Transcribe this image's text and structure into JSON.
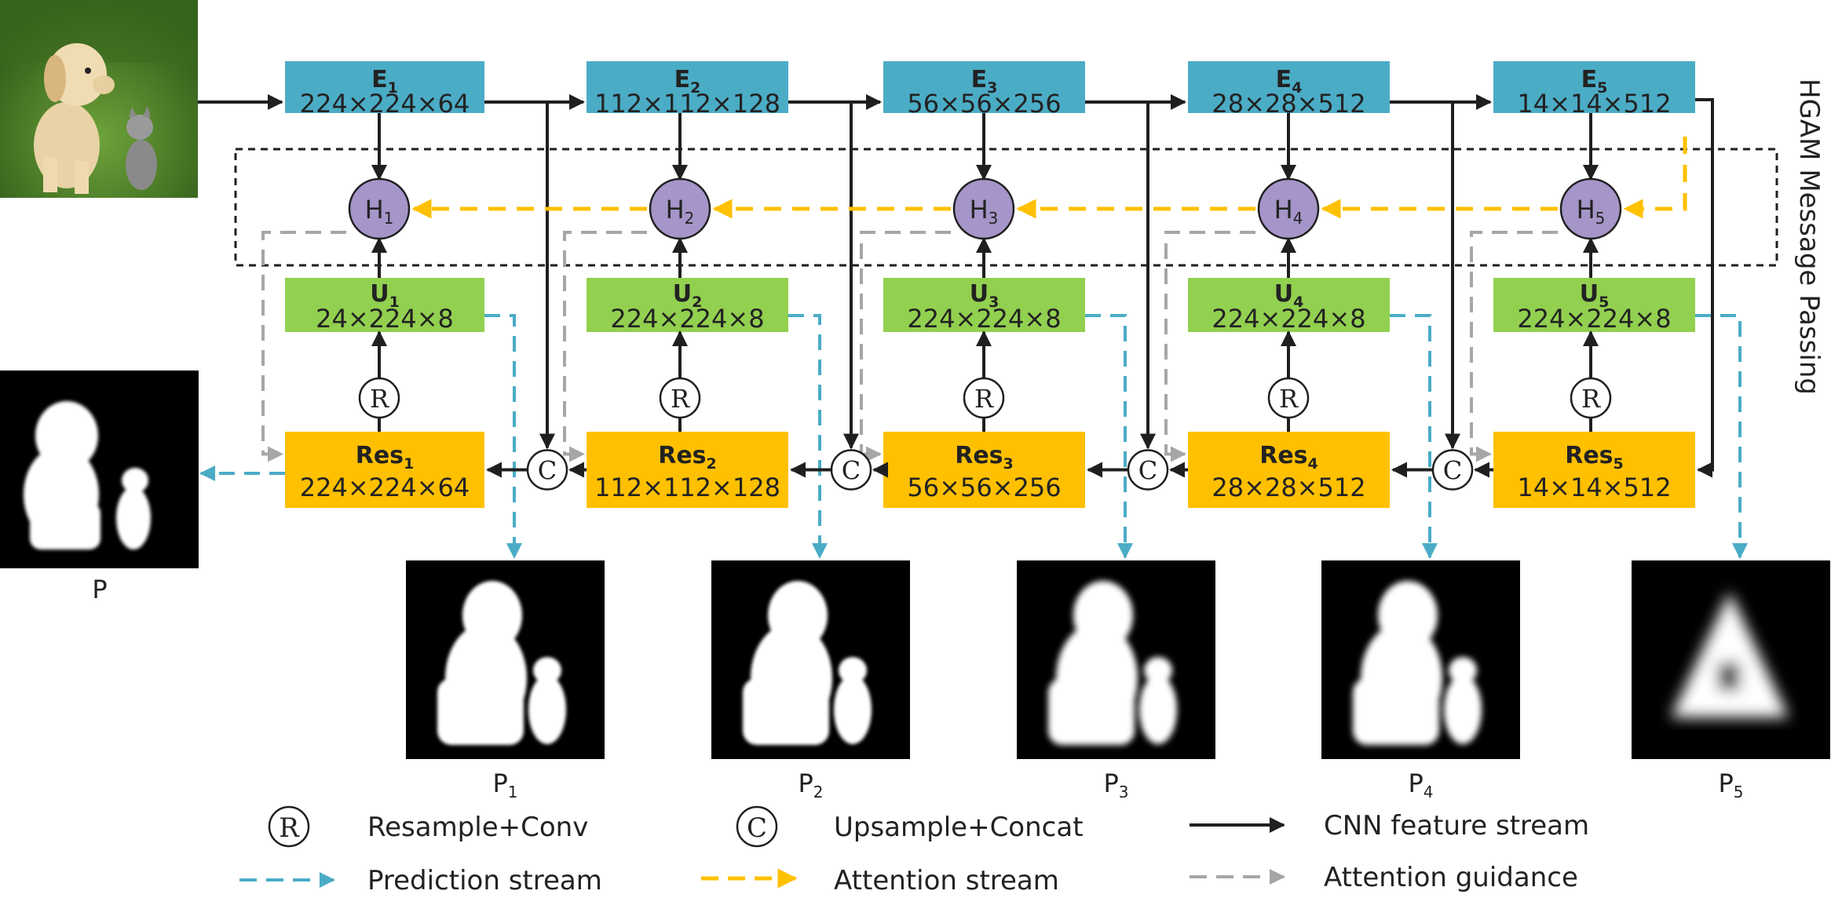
{
  "colors": {
    "encoder": "#4BACC6",
    "upsample": "#92D050",
    "residual": "#FFC000",
    "hgam_node": "#A595C8",
    "cnn_stream": "#1f1f1f",
    "prediction_stream": "#4BACC6",
    "attention_stream": "#FFC000",
    "attention_guidance": "#A6A6A6"
  },
  "hgam_label": "HGAM Message Passing",
  "stages": [
    {
      "enc_name": "E",
      "enc_sub": "1",
      "enc_dims": "224×224×64",
      "hgam_name": "H",
      "hgam_sub": "1",
      "up_name": "U",
      "up_sub": "1",
      "up_dims": "24×224×8",
      "res_name": "Res",
      "res_sub": "1",
      "res_dims": "224×224×64",
      "pred_name": "P",
      "pred_sub": "1",
      "resample_symbol": "R",
      "concat_symbol": "C"
    },
    {
      "enc_name": "E",
      "enc_sub": "2",
      "enc_dims": "112×112×128",
      "hgam_name": "H",
      "hgam_sub": "2",
      "up_name": "U",
      "up_sub": "2",
      "up_dims": "224×224×8",
      "res_name": "Res",
      "res_sub": "2",
      "res_dims": "112×112×128",
      "pred_name": "P",
      "pred_sub": "2",
      "resample_symbol": "R",
      "concat_symbol": "C"
    },
    {
      "enc_name": "E",
      "enc_sub": "3",
      "enc_dims": "56×56×256",
      "hgam_name": "H",
      "hgam_sub": "3",
      "up_name": "U",
      "up_sub": "3",
      "up_dims": "224×224×8",
      "res_name": "Res",
      "res_sub": "3",
      "res_dims": "56×56×256",
      "pred_name": "P",
      "pred_sub": "3",
      "resample_symbol": "R",
      "concat_symbol": "C"
    },
    {
      "enc_name": "E",
      "enc_sub": "4",
      "enc_dims": "28×28×512",
      "hgam_name": "H",
      "hgam_sub": "4",
      "up_name": "U",
      "up_sub": "4",
      "up_dims": "224×224×8",
      "res_name": "Res",
      "res_sub": "4",
      "res_dims": "28×28×512",
      "pred_name": "P",
      "pred_sub": "4",
      "resample_symbol": "R",
      "concat_symbol": "C"
    },
    {
      "enc_name": "E",
      "enc_sub": "5",
      "enc_dims": "14×14×512",
      "hgam_name": "H",
      "hgam_sub": "5",
      "up_name": "U",
      "up_sub": "5",
      "up_dims": "224×224×8",
      "res_name": "Res",
      "res_sub": "5",
      "res_dims": "14×14×512",
      "pred_name": "P",
      "pred_sub": "5",
      "resample_symbol": "R",
      "concat_symbol": null
    }
  ],
  "final_output": {
    "label": "P"
  },
  "legend": {
    "resample_symbol": "R",
    "resample_label": "Resample+Conv",
    "concat_symbol": "C",
    "concat_label": "Upsample+Concat",
    "cnn_label": "CNN feature stream",
    "prediction_label": "Prediction stream",
    "attention_label": "Attention stream",
    "guidance_label": "Attention guidance"
  }
}
